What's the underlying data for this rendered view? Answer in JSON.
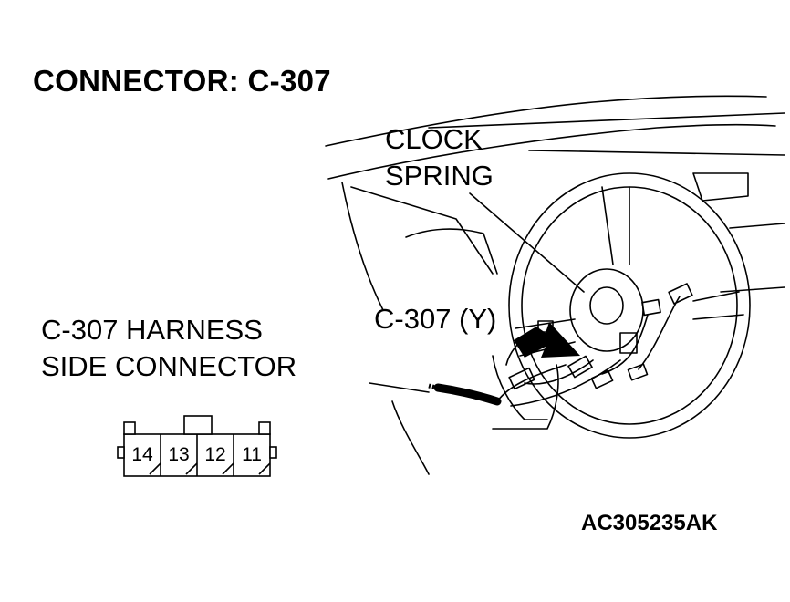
{
  "title": "CONNECTOR: C-307",
  "labels": {
    "clock_spring": [
      "CLOCK",
      "SPRING"
    ],
    "connector_callout": "C-307 (Y)",
    "harness_connector": [
      "C-307 HARNESS",
      "SIDE CONNECTOR"
    ]
  },
  "connector_pins": [
    "14",
    "13",
    "12",
    "11"
  ],
  "figure_id": "AC305235AK"
}
